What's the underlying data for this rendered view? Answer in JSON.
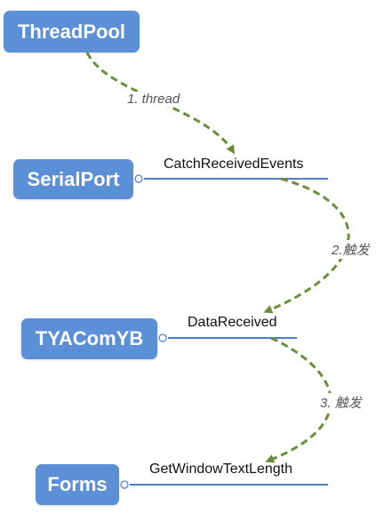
{
  "nodes": {
    "threadpool": "ThreadPool",
    "serialport": "SerialPort",
    "tyacomyb": "TYAComYB",
    "forms": "Forms"
  },
  "members": {
    "serialport": "CatchReceivedEvents",
    "tyacomyb": "DataReceived",
    "forms": "GetWindowTextLength"
  },
  "edges": {
    "e1": "1. thread",
    "e2": "2.触发",
    "e3": "3. 触发"
  },
  "colors": {
    "node_fill": "#5b8fd6",
    "member_line": "#4a7fc8",
    "arrow": "#6b8e3a"
  }
}
